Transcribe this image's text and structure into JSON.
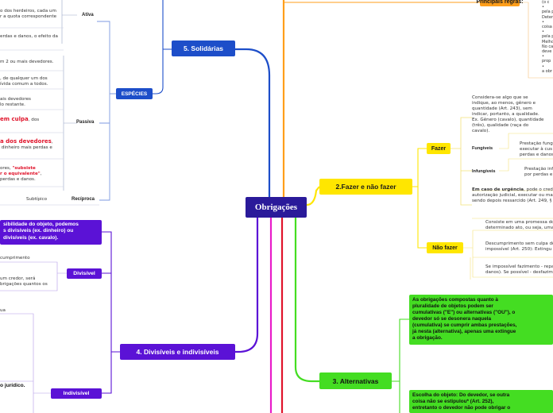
{
  "center": "Obrigações",
  "branches": {
    "solidarias": "5. Solidárias",
    "especies": "ESPÉCIES",
    "ativa": "Ativa",
    "passiva": "Passiva",
    "reciproca": "Recíproca",
    "subtipico": "Subtípico",
    "fazer": "2.Fazer e não fazer",
    "fazer_sub": "Fazer",
    "nao_fazer": "Não fazer",
    "fungiveis": "Fungíveis",
    "infungiveis": "Infungíveis",
    "alternativas": "3. Alternativas",
    "divisiveis": "4. Divisíveis e indivisíveis",
    "divisivel": "Divisível",
    "indivisivel": "Indivisível",
    "principais": "Principais regras:"
  },
  "ativa_notes": [
    "o dos herdeiros, cada um\nr a quota correspondente",
    "erdas e danos, o efeito da"
  ],
  "passiva_notes": {
    "n1": "m 2 ou mais devedores.",
    "n2": ", de qualquer um dos\nívida comum a todos.",
    "n3": "ais devedores\nlo restante.",
    "n4_red": "em culpa",
    "n4_rest": ", dos",
    "n5_red": "a dos devedores",
    "n5_rest": ",\n dinheiro mais perdas e",
    "n6_pre": "ores, ",
    "n6_red": "\"subsiste\nr o equivalente\"",
    "n6_post": ",\nperdas e danos."
  },
  "principais_notes": "(o c\n•\npela p\nDeter\n•\ncoisa\n•\npela p\nMelho\nNo ca\ndeve\n•\nprop\n•\na obr",
  "fazer_notes": {
    "intro": "Considera-se algo que se\nindique, ao menos, gênero e\nquantidade (Art. 243), sem\nindicar, portanto, a qualidade.\nEx. Gênero (cavalo), quantidade\n(três), qualidade (raça do\ncavalo).",
    "fungiveis": "Prestação fung\nexecutar à cus\nperdas e danos",
    "infungiveis": "Prestação inf\npor perdas e",
    "urgencia_bold": "Em caso de urgência",
    "urgencia_rest": ", pode o credo\nautorização judicial, executar ou ma\nsendo depois ressarcido (Art. 249, §"
  },
  "nao_fazer_notes": {
    "n1": "Consiste em uma promessa do\ndeterminado ato, ou seja, uma",
    "n2": "Descumprimento sem culpa do\nimpossível (Art. 250): Extingu",
    "n3": "Se impossível fazimento - repa\ndanos). Se possível - desfazim"
  },
  "alternativas_boxes": {
    "b1": "As obrigações compostas quanto à\npluralidade de objetos podem ser\ncumulativas (\"E\") ou alternativas (\"OU\"), o\ndevedor só se desonera naquela\n(cumulativa) se cumprir ambas prestações,\njá nesta (alternativa), apenas uma extingue\na obrigação.",
    "b2": "Escolha do objeto: Do devedor, se outra\ncoisa não se estipulou* (Art. 252),\nentretanto o devedor não pode obrigar o"
  },
  "divisiveis_box": "sibilidade do objeto, podemos\ns divisíveis (ex. dinheiro) ou\ndivisíveis (ex. cavalo).",
  "divisivel_notes": {
    "n1": "cumprimento",
    "n2": "um credor, será\nbrigações quantos os"
  },
  "indivisivel_notes": {
    "n1": "ua",
    "n2": "o jurídico."
  },
  "colors": {
    "center": "#2a1a9a",
    "blue": "#1d4ec9",
    "yellow": "#ffe600",
    "green": "#44dd22",
    "purple": "#5b12d6",
    "orange": "#ff9e1a",
    "red": "#e0142b"
  }
}
